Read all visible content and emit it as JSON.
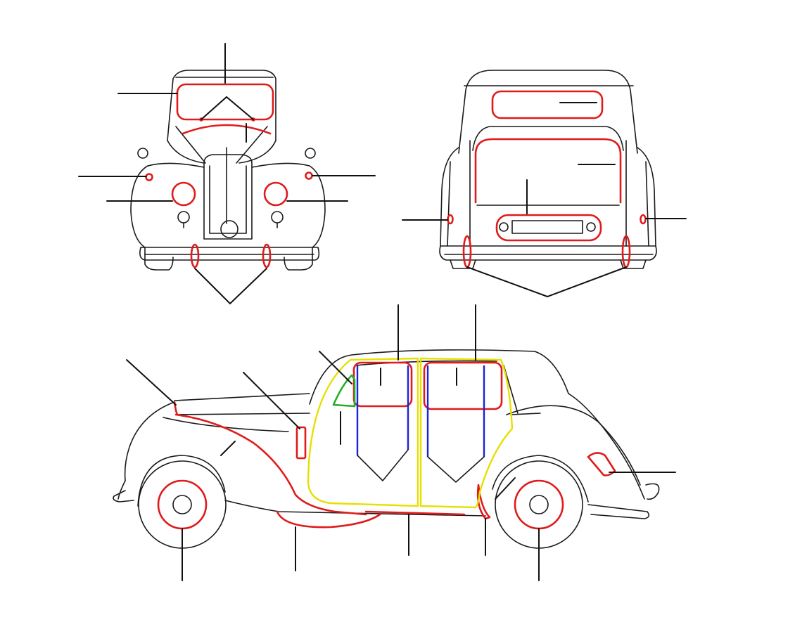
{
  "colors": {
    "outline": "#1a1a1a",
    "leader": "#111111",
    "seal_red": "#e01b1b",
    "door_seal_yellow": "#e6e000",
    "window_channel_blue": "#1a23d6",
    "quarter_light_green": "#22b022",
    "background": "#ffffff"
  },
  "views": [
    {
      "id": "front-view"
    },
    {
      "id": "rear-view"
    },
    {
      "id": "side-view"
    }
  ]
}
